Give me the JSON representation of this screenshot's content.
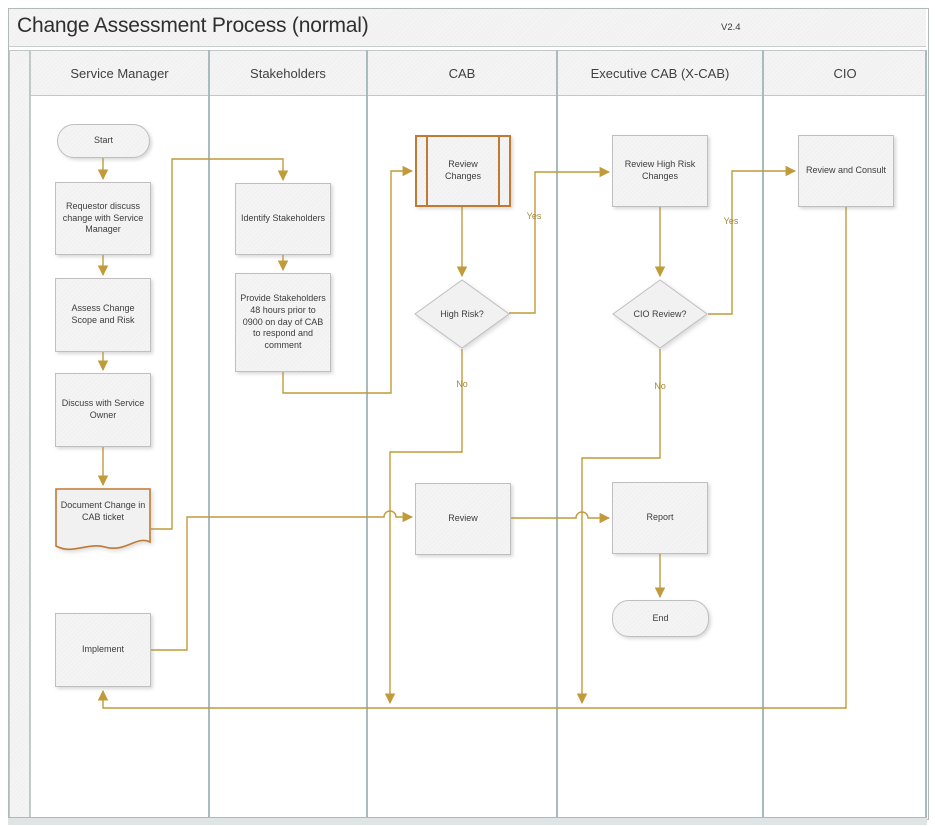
{
  "title": {
    "text": "Change Assessment Process (normal)",
    "version": "V2.4"
  },
  "lanes": [
    {
      "label": "Service Manager"
    },
    {
      "label": "Stakeholders"
    },
    {
      "label": "CAB"
    },
    {
      "label": "Executive CAB (X-CAB)"
    },
    {
      "label": "CIO"
    }
  ],
  "shapes": {
    "start": "Start",
    "requestor_discuss": "Requestor discuss change with Service Manager",
    "assess_change": "Assess Change Scope and Risk",
    "discuss_service_owner": "Discuss with Service Owner",
    "document_change": "Document Change in CAB ticket",
    "implement": "Implement",
    "identify_stakeholders": "Identify Stakeholders",
    "provide_stakeholders": "Provide Stakeholders 48 hours prior to 0900 on day of CAB to respond and comment",
    "review_changes": "Review Changes",
    "high_risk": "High Risk?",
    "review": "Review",
    "review_high_risk": "Review High Risk Changes",
    "cio_review": "CIO Review?",
    "report": "Report",
    "end": "End",
    "review_consult": "Review and Consult"
  },
  "connector_labels": {
    "high_risk_yes": "Yes",
    "high_risk_no": "No",
    "cio_review_yes": "Yes",
    "cio_review_no": "No"
  },
  "colors": {
    "connector": "#c19a3a",
    "accent_orange": "#bf7b34",
    "lane_border": "#a9bbbb",
    "shape_fill": "#f1f1f1",
    "shape_border": "#bfbfbf"
  }
}
